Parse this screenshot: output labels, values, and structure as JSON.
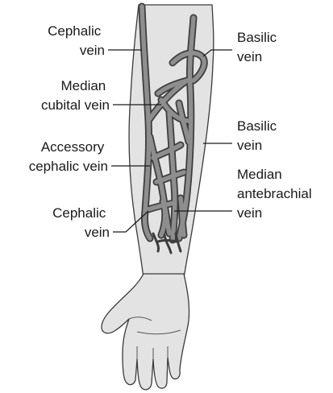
{
  "labels": {
    "cephalic_upper": [
      "Cephalic",
      "vein"
    ],
    "median_cubital": [
      "Median",
      "cubital vein"
    ],
    "accessory_cephalic": [
      "Accessory",
      "cephalic vein"
    ],
    "cephalic_lower": [
      "Cephalic",
      "vein"
    ],
    "basilic_upper": [
      "Basilic",
      "vein"
    ],
    "basilic_lower": [
      "Basilic",
      "vein"
    ],
    "median_antebrachial": [
      "Median",
      "antebrachial",
      "vein"
    ]
  },
  "colors": {
    "skin": "#e3e3e3",
    "outline": "#3a3a3a",
    "vein_edge": "#3d3d3d",
    "vein_fill": "#8e8e8e",
    "label_text": "#1a1a1a"
  }
}
